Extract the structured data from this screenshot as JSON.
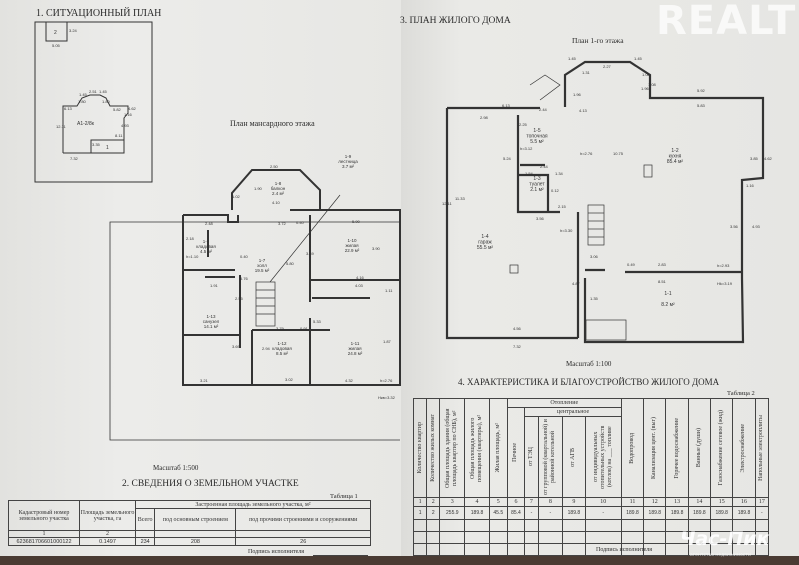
{
  "left_page": {
    "section1_title": "1. СИТУАЦИОННЫЙ ПЛАН",
    "site_plan": {
      "building_label": "А1-2/8к",
      "outbuilding_1": "1",
      "outbuilding_2": "2",
      "dims": [
        "5.05",
        "3.24",
        "6.13",
        "1.45",
        "2.51",
        "1.45",
        "1.80",
        "1.80",
        "5.82",
        "4.62",
        "1.16",
        "4.93",
        "8.11",
        "3.35",
        "12.11",
        "7.32"
      ]
    },
    "attic_title": "План мансардного этажа",
    "attic_rooms": [
      {
        "id": "1-8",
        "name": "балкон",
        "area": "2.4 м²"
      },
      {
        "id": "1-9",
        "name": "лестница",
        "area": "3.7 м²"
      },
      {
        "id": "1-6",
        "name": "кладовая",
        "area": "4.5 м²"
      },
      {
        "id": "1-7",
        "name": "холл",
        "area": "19.5 м²"
      },
      {
        "id": "1-10",
        "name": "жилая",
        "area": "22.9 м²"
      },
      {
        "id": "1-13",
        "name": "санузел",
        "area": "14.1 м²"
      },
      {
        "id": "1-12",
        "name": "кладовая",
        "area": "8.5 м²"
      },
      {
        "id": "1-11",
        "name": "жилая",
        "area": "24.8 м²"
      }
    ],
    "attic_dims": [
      "2.50",
      "1.90",
      "1.02",
      "4.10",
      "3.72",
      "0.40",
      "5.90",
      "2.48",
      "2.18",
      "h=1.10",
      "0.40",
      "5.76",
      "1.91",
      "3.49",
      "5.80",
      "3.90",
      "4.16",
      "4.03",
      "1.11",
      "2.55",
      "3.79",
      "0.91",
      "5.33",
      "3.69",
      "2.94",
      "3.02",
      "3.21",
      "4.32",
      "h=2.76",
      "1.87"
    ],
    "attic_hnote": "Нкв=3.32",
    "scale": "Масштаб 1:500",
    "section2_title": "2. СВЕДЕНИЯ О ЗЕМЕЛЬНОМ УЧАСТКЕ",
    "table1": {
      "caption": "Таблица 1",
      "headers": {
        "cadastral": "Кадастровый номер земельного участка",
        "area": "Площадь земельного участка, га",
        "built": "Застроенная площадь земельного участка, м²",
        "total": "Всего",
        "main": "под основным строением",
        "other": "под прочими строениями и сооружениями"
      },
      "col_numbers": [
        "1",
        "2"
      ],
      "row": [
        "623681706601000122",
        "0.1497",
        "234",
        "208",
        "26"
      ]
    },
    "signature_label": "Подпись исполнителя"
  },
  "right_page": {
    "section3_title": "3. ПЛАН ЖИЛОГО ДОМА",
    "floor_title": "План 1-го этажа",
    "rooms": [
      {
        "id": "1-5",
        "name": "топочная",
        "area": "5.5 м²"
      },
      {
        "id": "1-2",
        "name": "кухня",
        "area": "85.4 м²"
      },
      {
        "id": "1-3",
        "name": "туалет",
        "area": "2.1 м²"
      },
      {
        "id": "1-4",
        "name": "гараж",
        "area": "55.5 м²"
      },
      {
        "id": "1-1",
        "name": "",
        "area": "8.2 м²"
      }
    ],
    "dims": [
      "1.45",
      "2.27",
      "1.45",
      "1.31",
      "1.08",
      "1.08",
      "1.96",
      "5.92",
      "5.83",
      "6.13",
      "2.98",
      "2.44",
      "2.25",
      "4.13",
      "1.96",
      "10.75",
      "h=2.76",
      "h=3.12",
      "5.24",
      "1.34",
      "2.44",
      "1.54",
      "0.12",
      "2.15",
      "3.56",
      "h=3.30",
      "12.11",
      "11.33",
      "3.85",
      "4.62",
      "1.16",
      "3.56",
      "4.93",
      "0.49",
      "2.83",
      "h=2.93",
      "8.51",
      "Hk=3.19",
      "3.06",
      "4.87",
      "1.35",
      "4.56",
      "7.32"
    ],
    "scale": "Масштаб 1:100",
    "section4_title": "4. ХАРАКТЕРИСТИКА И БЛАГОУСТРОЙСТВО ЖИЛОГО ДОМА",
    "table2": {
      "caption": "Таблица 2",
      "headers": [
        "Количество квартир",
        "Количество жилых комнат",
        "Общая площадь здания (общая площадь квартир по СНБ), м²",
        "Общая площадь жилого помещения (квартиры), м²",
        "Жилая площадь, м²",
        "Печное",
        "от ТЭЦ",
        "от групповой (квартальной) и районной котельной",
        "от АГВ",
        "от индивидуальных отопительных устройств (котлов) на ___ топливе",
        "Водопровод",
        "Канализация цент. (выг)",
        "Горячее водоснабжение",
        "Ванные (души)",
        "Газоснабжение сетевое (жид)",
        "Электроснабжение",
        "Напольные электроплиты"
      ],
      "group_heating": "Отопление",
      "group_central": "центральное",
      "col_numbers": [
        "1",
        "2",
        "3",
        "4",
        "5",
        "6",
        "7",
        "8",
        "9",
        "10",
        "11",
        "12",
        "13",
        "14",
        "15",
        "16",
        "17"
      ],
      "row": [
        "1",
        "2",
        "255.9",
        "189.8",
        "45.5",
        "85.4",
        "-",
        "-",
        "189.8",
        "-",
        "189.8",
        "189.8",
        "189.8",
        "189.8",
        "189.8",
        "189.8",
        "-"
      ]
    },
    "signature_label": "Подпись исполнителя"
  },
  "watermarks": {
    "realt": "REALT",
    "chas_pik": "Час-Пик",
    "chas_pik_sub": "агентство недвижимости"
  }
}
